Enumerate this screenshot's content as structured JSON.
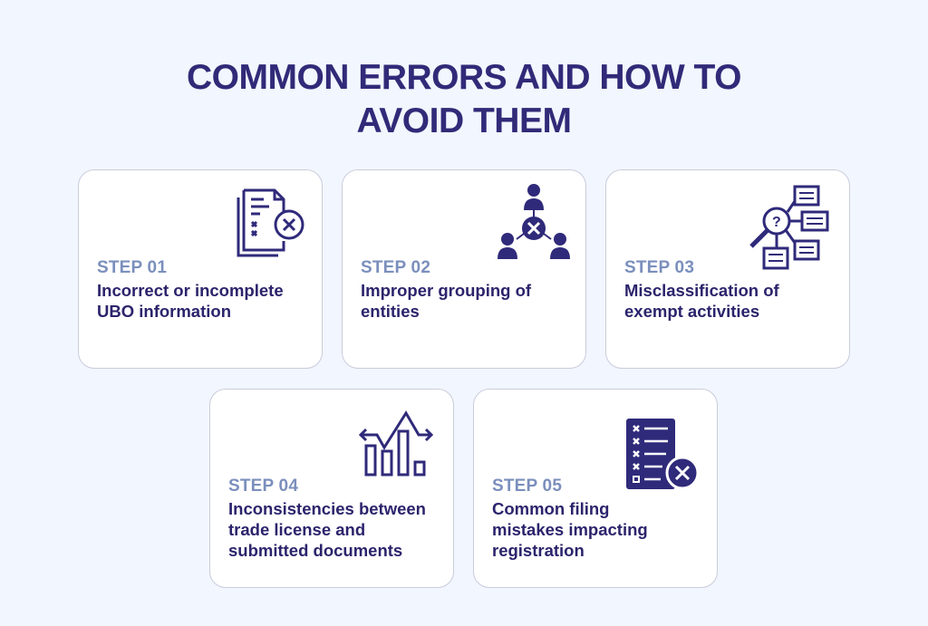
{
  "title": {
    "line1": "COMMON ERRORS AND HOW TO",
    "line2": "AVOID THEM"
  },
  "colors": {
    "background": "#f2f6fe",
    "title": "#312a78",
    "step_label": "#7b8fbd",
    "description": "#2b246c",
    "icon": "#2f2a7a",
    "card_border": "#c9ccdc"
  },
  "steps": [
    {
      "label": "STEP 01",
      "line1": "Incorrect or incomplete",
      "line2": "UBO information",
      "line3": "",
      "icon": "document-x-icon"
    },
    {
      "label": "STEP 02",
      "line1": "Improper grouping of",
      "line2": "entities",
      "line3": "",
      "icon": "people-network-x-icon"
    },
    {
      "label": "STEP 03",
      "line1": "Misclassification of",
      "line2": "exempt activities",
      "line3": "",
      "icon": "magnifier-question-icon"
    },
    {
      "label": "STEP 04",
      "line1": "Inconsistencies between",
      "line2": "trade license and",
      "line3": "submitted documents",
      "icon": "bar-chart-trend-icon"
    },
    {
      "label": "STEP 05",
      "line1": "Common filing",
      "line2": "mistakes impacting",
      "line3": "registration",
      "icon": "checklist-x-icon"
    }
  ]
}
